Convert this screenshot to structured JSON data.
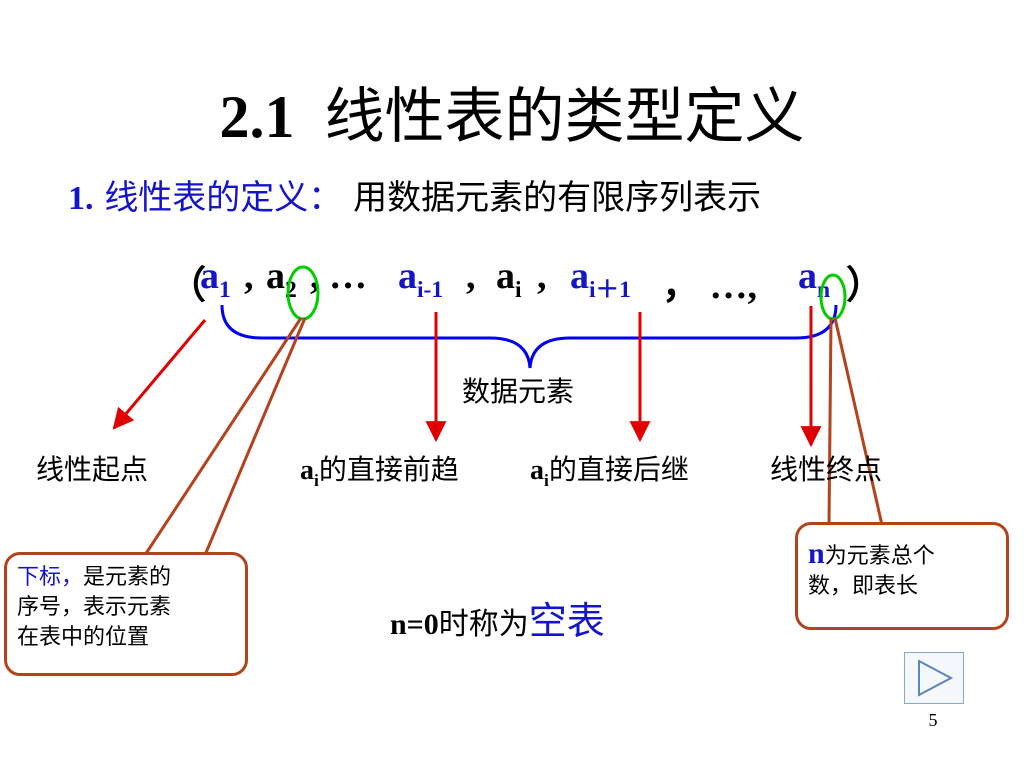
{
  "slide": {
    "title_number": "2.1",
    "title_text": "线性表的类型定义",
    "definition_number": "1.",
    "definition_label": "线性表的定义：",
    "definition_text": "用数据元素的有限序列表示",
    "sequence": {
      "open_paren": "（",
      "a1_base": "a",
      "a1_sub": "1",
      "sep1": ",",
      "a2_base": "a",
      "a2_sub": "2",
      "ellipsis1": ", …",
      "aim1_base": "a",
      "aim1_sub": "i-1",
      "sep2": ",",
      "ai_base": "a",
      "ai_sub": "i",
      "sep3": ",",
      "aip1_base": "a",
      "aip1_sub": "i＋1",
      "ellipsis2": "，  …,",
      "an_base": "a",
      "an_sub": "n",
      "close_paren": "）"
    },
    "brace_label": "数据元素",
    "labels": {
      "start": "线性起点",
      "pred_base": "a",
      "pred_sub": "i",
      "pred_text": "的直接前趋",
      "succ_base": "a",
      "succ_sub": "i",
      "succ_text": "的直接后继",
      "end": "线性终点"
    },
    "callout_left": {
      "highlight": "下标，",
      "line1_rest": "是元素的",
      "line2": "序号，表示元素",
      "line3": "在表中的位置"
    },
    "callout_right": {
      "highlight": "n",
      "line1_rest": "为元素总个",
      "line2": "数，即表长"
    },
    "empty": {
      "prefix": "n=0",
      "middle": "时称为",
      "highlight": "空表"
    },
    "page_number": "5"
  },
  "colors": {
    "blue_text": "#1414c8",
    "arrow_red": "#e00000",
    "callout_border": "#b2431c",
    "brace_blue": "#0000ee",
    "ellipse_green": "#00cc00"
  }
}
